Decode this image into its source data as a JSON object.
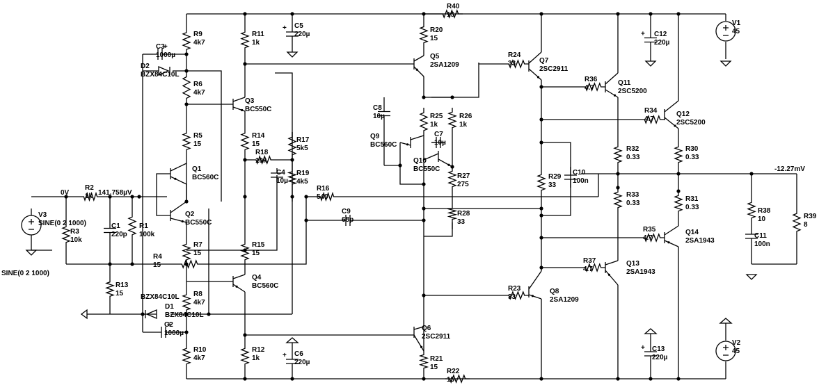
{
  "labels": {
    "R40": "R40",
    "R40v": "15",
    "R22": "R22",
    "R22v": "15",
    "R9": "R9",
    "R9v": "4k7",
    "R11": "R11",
    "R11v": "1k",
    "C5": "C5",
    "C5v": "220µ",
    "R20": "R20",
    "R20v": "15",
    "C12": "C12",
    "C12v": "220µ",
    "V1": "V1",
    "V1v": "45",
    "C3": "C3",
    "C3v": "1000µ",
    "D2": "D2",
    "D2v": "BZX84C10L",
    "R6": "R6",
    "R6v": "4k7",
    "Q5": "Q5",
    "Q5v": "2SA1209",
    "R24": "R24",
    "R24v": "33",
    "Q7": "Q7",
    "Q7v": "2SC2911",
    "R36": "R36",
    "R36v": "4.7",
    "Q11": "Q11",
    "Q11v": "2SC5200",
    "Q3": "Q3",
    "Q3v": "BC550C",
    "C8": "C8",
    "C8v": "10µ",
    "R25": "R25",
    "R25v": "1k",
    "R26": "R26",
    "R26v": "1k",
    "R34": "R34",
    "R34v": "4.7",
    "Q12": "Q12",
    "Q12v": "2SC5200",
    "R5": "R5",
    "R5v": "15",
    "R14": "R14",
    "R14v": "15",
    "R17": "R17",
    "R17v": "5k5",
    "Q9": "Q9",
    "Q9v": "BC560C",
    "C7": "C7",
    "C7v": "10µ",
    "R32": "R32",
    "R32v": "0.33",
    "R30": "R30",
    "R30v": "0.33",
    "R18": "R18",
    "R18v": "10k",
    "Q10": "Q10",
    "Q10v": "BC550C",
    "Q1": "Q1",
    "Q1v": "BC560C",
    "C4": "C4",
    "C4v": "10µ",
    "R19": "R19",
    "R19v": "4k5",
    "R27": "R27",
    "R27v": "275",
    "R29": "R29",
    "R29v": "33",
    "C10": "C10",
    "C10v": "100n",
    "out_node": "-12.27mV",
    "node0": "0V",
    "R2": "R2",
    "R2v": "1k",
    "node1": "141.758µV",
    "R16": "R16",
    "R16v": "540",
    "V3": "V3",
    "V3v": "SINE(0 2 1000)",
    "R33": "R33",
    "R33v": "0.33",
    "R31": "R31",
    "R31v": "0.33",
    "R38": "R38",
    "R38v": "10",
    "R39": "R39",
    "R39v": "8",
    "Q2": "Q2",
    "Q2v": "BC550C",
    "C9": "C9",
    "C9v": "68p",
    "R28": "R28",
    "R28v": "33",
    "R3": "R3",
    "R3v": "10k",
    "C1": "C1",
    "C1v": "220p",
    "R1": "R1",
    "R1v": "100k",
    "R7": "R7",
    "R7v": "15",
    "R15": "R15",
    "R15v": "15",
    "R35": "R35",
    "R35v": "4.7",
    "Q14": "Q14",
    "Q14v": "2SA1943",
    "C11": "C11",
    "C11v": "100n",
    "R4": "R4",
    "R4v": "15",
    "R37": "R37",
    "R37v": "4.7",
    "Q13": "Q13",
    "Q13v": "2SA1943",
    "Q4": "Q4",
    "Q4v": "BC560C",
    "R13": "R13",
    "R13v": "15",
    "R8": "R8",
    "R8v": "4k7",
    "D1": "D1",
    "D1v": "BZX84C10L",
    "R23": "R23",
    "R23v": "33",
    "Q8": "Q8",
    "Q8v": "2SA1209",
    "C2": "C2",
    "C2v": "1000µ",
    "Q6": "Q6",
    "Q6v": "2SC2911",
    "R10": "R10",
    "R10v": "4k7",
    "R12": "R12",
    "R12v": "1k",
    "C6": "C6",
    "C6v": "220µ",
    "R21": "R21",
    "R21v": "15",
    "C13": "C13",
    "C13v": "220µ",
    "V2": "V2",
    "V2v": "45"
  }
}
